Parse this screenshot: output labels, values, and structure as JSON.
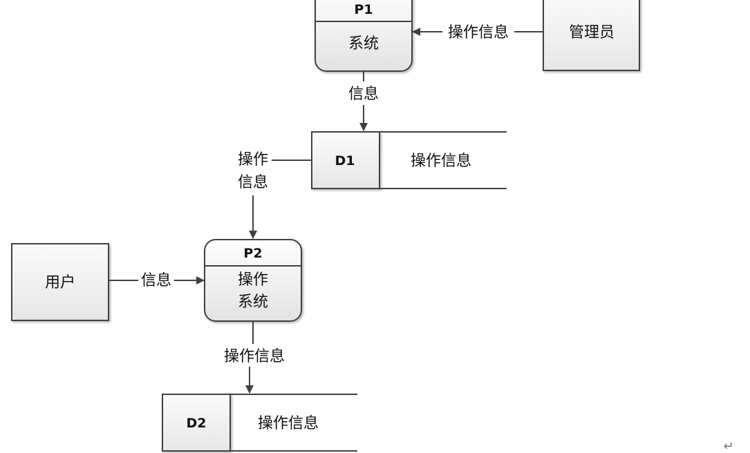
{
  "diagram": {
    "p1": {
      "id": "P1",
      "name": "系统"
    },
    "p2": {
      "id": "P2",
      "name_line1": "操作",
      "name_line2": "系统"
    },
    "admin": {
      "label": "管理员"
    },
    "user": {
      "label": "用户"
    },
    "d1": {
      "id": "D1",
      "label": "操作信息"
    },
    "d2": {
      "id": "D2",
      "label": "操作信息"
    },
    "flows": {
      "admin_to_p1": "操作信息",
      "p1_to_d1": "信息",
      "d1_to_p2_line1": "操作",
      "d1_to_p2_line2": "信息",
      "user_to_p2": "信息",
      "p2_to_d2": "操作信息"
    },
    "return_mark": "↵"
  }
}
